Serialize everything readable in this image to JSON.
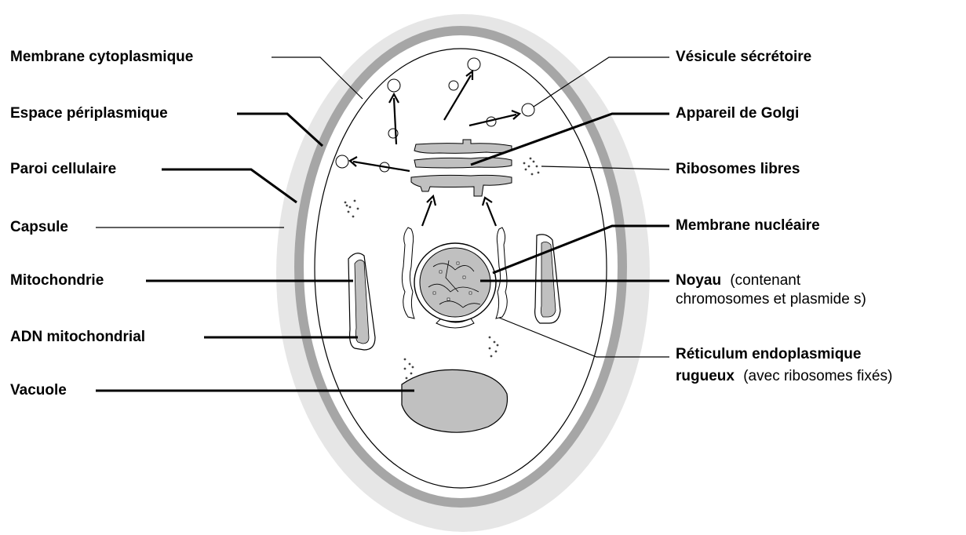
{
  "labels": {
    "left": {
      "membrane_cytoplasmique": "Membrane cytoplasmique",
      "espace_periplasmique": "Espace périplasmique",
      "paroi_cellulaire": "Paroi cellulaire",
      "capsule": "Capsule",
      "mitochondrie": "Mitochondrie",
      "adn_mitochondrial": "ADN mitochondrial",
      "vacuole": "Vacuole"
    },
    "right": {
      "vesicule_secretoire": "Vésicule sécrétoire",
      "appareil_de_golgi": "Appareil de Golgi",
      "ribosomes_libres": "Ribosomes libres",
      "membrane_nucleaire": "Membrane nucléaire",
      "noyau": "Noyau",
      "noyau_detail_1": "(contenant",
      "noyau_detail_2": "chromosomes et plasmide  s)",
      "reticulum_line1": "Réticulum endoplasmique",
      "reticulum_line2_bold": "rugueux",
      "reticulum_line2_detail": "(avec ribosomes fixés)"
    }
  },
  "colors": {
    "capsule": "#e6e6e6",
    "cell_wall": "#a6a6a6",
    "organelle_fill": "#c0c0c0",
    "leader_line": "#000000"
  }
}
